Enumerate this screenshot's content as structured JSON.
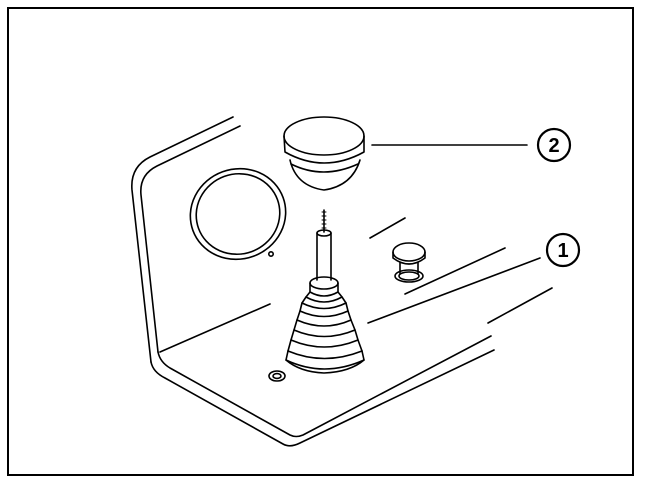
{
  "figure": {
    "callouts": [
      {
        "label": "1",
        "target": "joystick-boot"
      },
      {
        "label": "2",
        "target": "joystick-knob-cap"
      }
    ],
    "colors": {
      "line": "#000000",
      "background": "#ffffff"
    }
  }
}
